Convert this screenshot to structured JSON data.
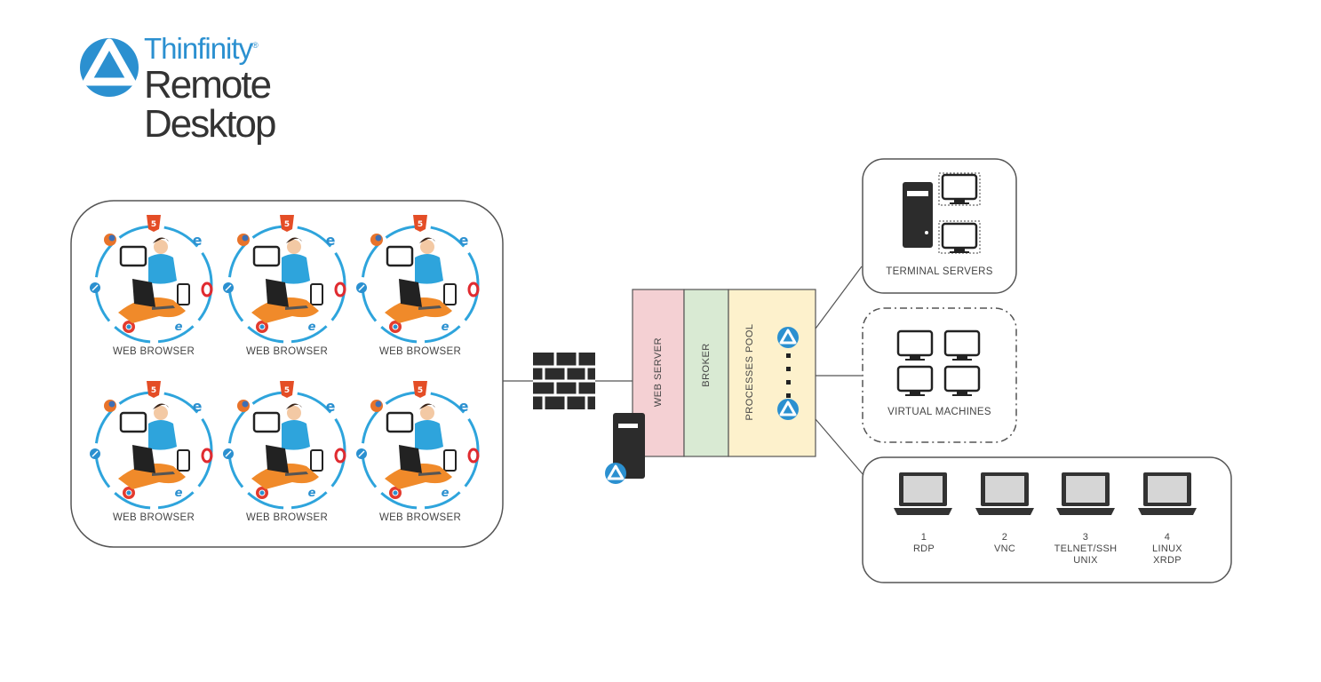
{
  "logo": {
    "line1": "Thinfinity",
    "registered": "®",
    "line2": "Remote Desktop"
  },
  "clients": [
    {
      "label": "WEB BROWSER"
    },
    {
      "label": "WEB BROWSER"
    },
    {
      "label": "WEB BROWSER"
    },
    {
      "label": "WEB BROWSER"
    },
    {
      "label": "WEB BROWSER"
    },
    {
      "label": "WEB BROWSER"
    }
  ],
  "server_stack": {
    "web_server": "WEB SERVER",
    "broker": "BROKER",
    "processes_pool": "PROCESSES POOL"
  },
  "targets": {
    "terminal_servers": "TERMINAL SERVERS",
    "virtual_machines": "VIRTUAL MACHINES",
    "protocols": [
      {
        "num": "1",
        "name": "RDP",
        "extra": ""
      },
      {
        "num": "2",
        "name": "VNC",
        "extra": ""
      },
      {
        "num": "3",
        "name": "TELNET/SSH",
        "extra": "UNIX"
      },
      {
        "num": "4",
        "name": "LINUX",
        "extra": "XRDP"
      }
    ]
  },
  "colors": {
    "brand_blue": "#2b90d0",
    "web_server_fill": "#f4d0d3",
    "broker_fill": "#d9ead3",
    "pool_fill": "#fdf1cc",
    "person_shirt": "#2ea4dc",
    "person_pants": "#f08a2a",
    "html5": "#e44d26"
  }
}
